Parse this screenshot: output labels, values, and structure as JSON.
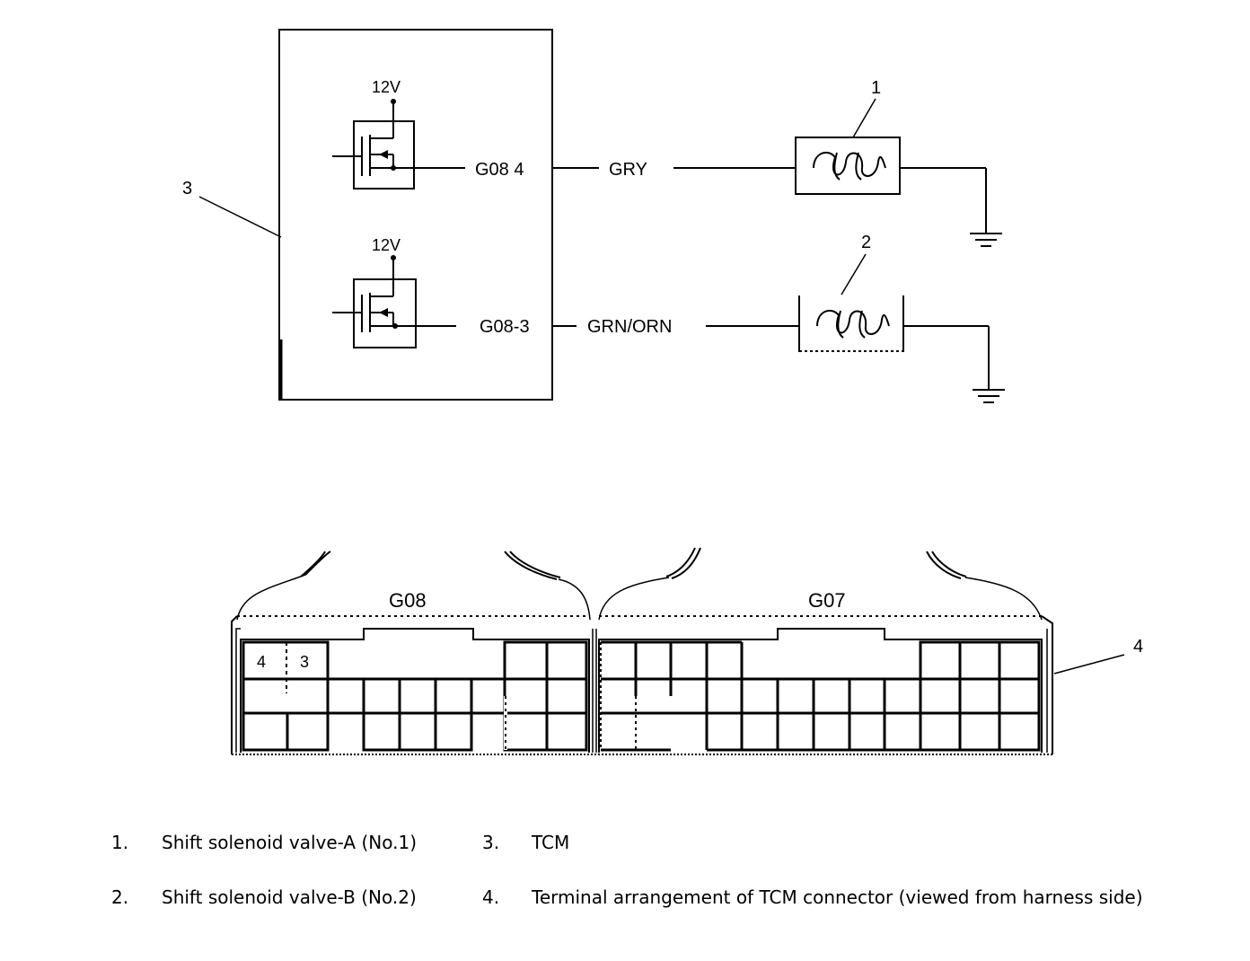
{
  "schematic": {
    "supply_top": "12V",
    "supply_bottom": "12V",
    "pin_top": "G08 4",
    "pin_bottom": "G08-3",
    "wire_top": "GRY",
    "wire_bottom": "GRN/ORN",
    "callout_1": "1",
    "callout_2": "2",
    "callout_3": "3",
    "callout_4": "4"
  },
  "connector": {
    "left_name": "G08",
    "right_name": "G07",
    "pin_4": "4",
    "pin_3": "3"
  },
  "legend": [
    {
      "num": "1.",
      "text": "Shift solenoid valve-A (No.1)"
    },
    {
      "num": "3.",
      "text": "TCM"
    },
    {
      "num": "2.",
      "text": "Shift solenoid valve-B (No.2)"
    },
    {
      "num": "4.",
      "text": "Terminal arrangement of TCM connector (viewed from harness side)"
    }
  ]
}
